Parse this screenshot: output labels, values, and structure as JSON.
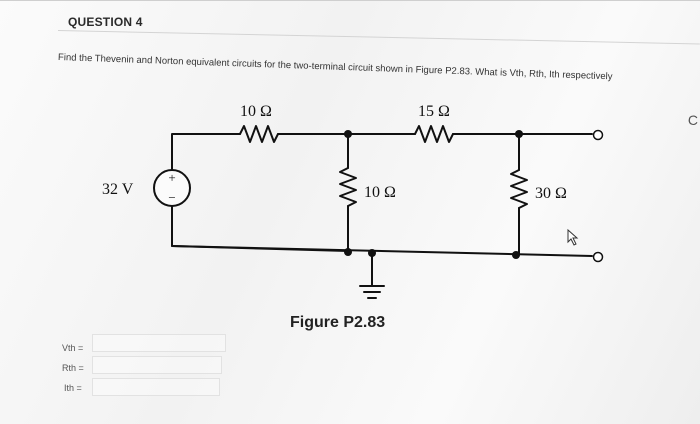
{
  "question": {
    "title": "QUESTION 4",
    "text": "Find the Thevenin and Norton equivalent circuits for the two-terminal circuit shown in Figure P2.83. What is Vth, Rth, Ith respectively"
  },
  "figure": {
    "caption": "Figure P2.83",
    "components": {
      "source_voltage": "32 V",
      "source_plus": "+",
      "source_minus": "−",
      "r1": "10 Ω",
      "r2": "15 Ω",
      "r3": "10 Ω",
      "r4": "30 Ω"
    }
  },
  "answers": {
    "vth_label": "Vth =",
    "rth_label": "Rth =",
    "ith_label": "Ith ="
  },
  "edge_glyph": "C"
}
